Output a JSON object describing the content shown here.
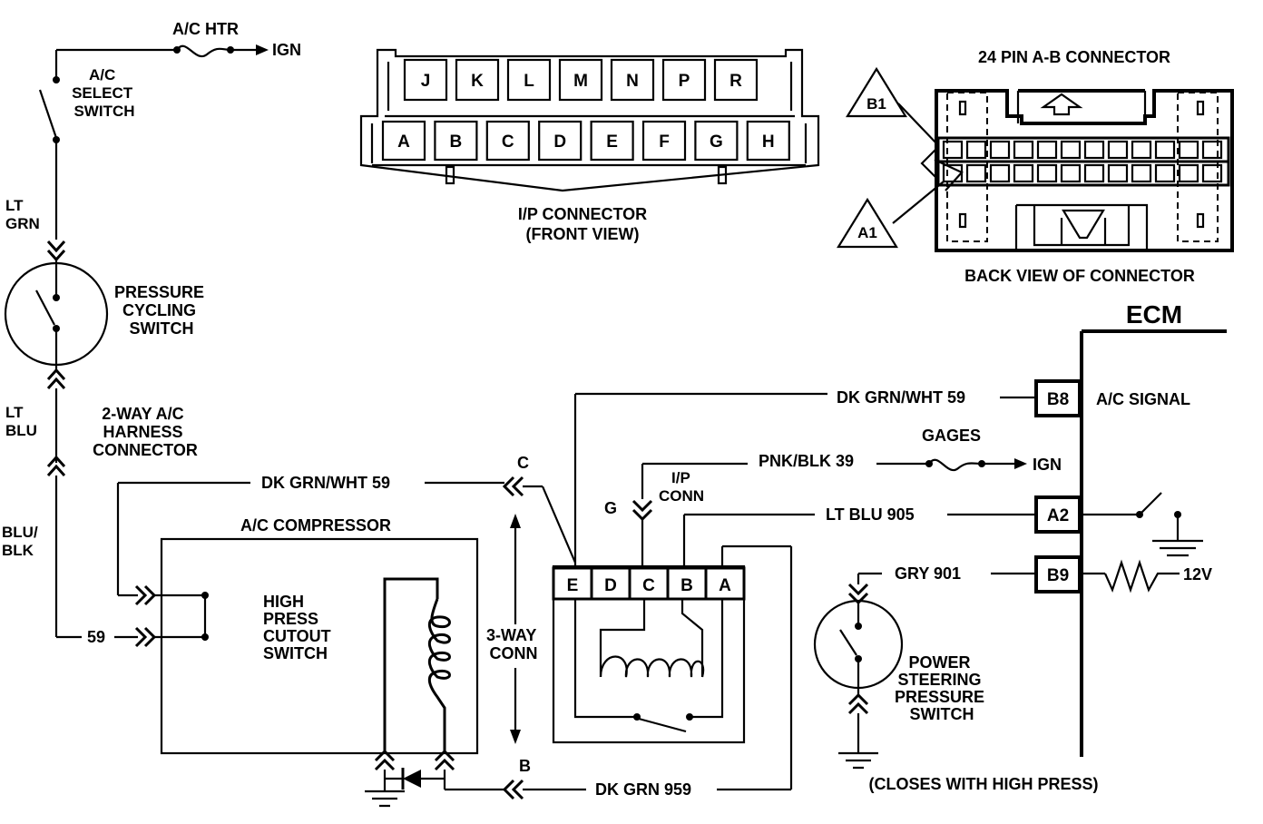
{
  "ac_select": {
    "fuse_label": "A/C  HTR",
    "ign": "IGN",
    "switch_label": [
      "A/C",
      "SELECT",
      "SWITCH"
    ],
    "wire_lt_grn": [
      "LT",
      "GRN"
    ]
  },
  "pressure_cycling": {
    "label": [
      "PRESSURE",
      "CYCLING",
      "SWITCH"
    ]
  },
  "two_way": {
    "wire_lt_blu": [
      "LT",
      "BLU"
    ],
    "label": [
      "2-WAY A/C",
      "HARNESS",
      "CONNECTOR"
    ],
    "wire_blu_blk": [
      "BLU/",
      "BLK"
    ],
    "wire_59": "59"
  },
  "ip_connector": {
    "top_pins": [
      "J",
      "K",
      "L",
      "M",
      "N",
      "P",
      "R"
    ],
    "bottom_pins": [
      "A",
      "B",
      "C",
      "D",
      "E",
      "F",
      "G",
      "H"
    ],
    "title": "I/P CONNECTOR",
    "subtitle": "(FRONT VIEW)"
  },
  "ab_connector": {
    "title": "24 PIN A-B  CONNECTOR",
    "caption": "BACK VIEW OF CONNECTOR",
    "tag_b1": "B1",
    "tag_a1": "A1"
  },
  "ecm": {
    "title": "ECM",
    "pins": [
      {
        "pin": "B8",
        "wire": "DK GRN/WHT 59",
        "function": "A/C SIGNAL"
      },
      {
        "pin": "A2",
        "wire": "LT BLU  905"
      },
      {
        "pin": "B9",
        "wire": "GRY  901",
        "function": "12V"
      }
    ],
    "gages_label": "GAGES",
    "gages_wire": "PNK/BLK 39",
    "ign": "IGN"
  },
  "compressor": {
    "title": "A/C COMPRESSOR",
    "wire_top": "DK GRN/WHT 59",
    "cutout_label": [
      "HIGH",
      "PRESS",
      "CUTOUT",
      "SWITCH"
    ]
  },
  "three_way": {
    "label": [
      "3-WAY",
      "CONN"
    ],
    "c_label": "C",
    "b_label": "B",
    "wire_bottom": "DK GRN 959"
  },
  "relay": {
    "pins": [
      "E",
      "D",
      "C",
      "B",
      "A"
    ],
    "g_label": "G",
    "ip_conn": [
      "I/P",
      "CONN"
    ]
  },
  "power_steering": {
    "label": [
      "POWER",
      "STEERING",
      "PRESSURE",
      "SWITCH"
    ],
    "note": "(CLOSES WITH HIGH PRESS)"
  }
}
